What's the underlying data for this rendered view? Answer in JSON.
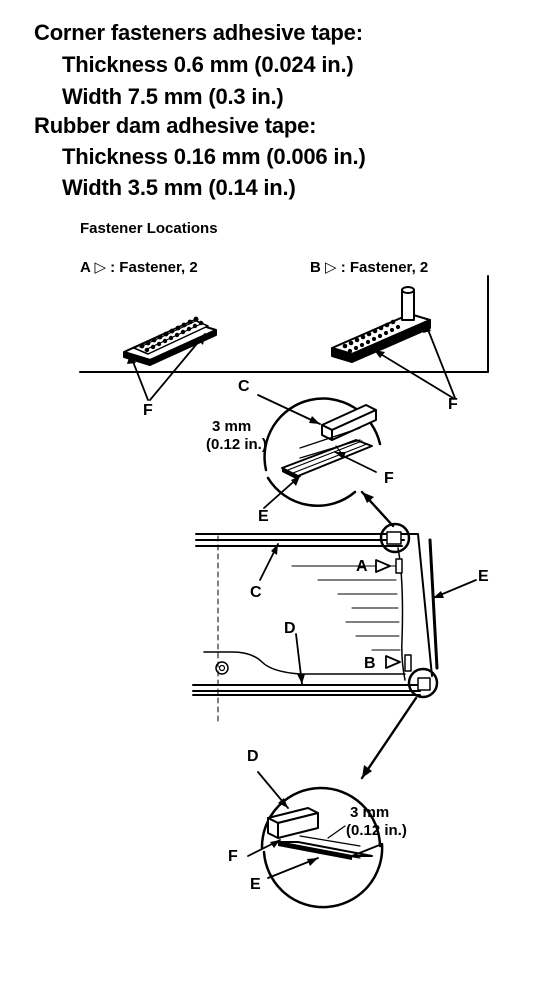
{
  "specs": {
    "corner_title": "Corner fasteners adhesive tape:",
    "corner_thickness": "Thickness 0.6 mm (0.024 in.)",
    "corner_width": "Width 7.5 mm (0.3 in.)",
    "rubber_title": "Rubber dam adhesive tape:",
    "rubber_thickness": "Thickness 0.16 mm (0.006 in.)",
    "rubber_width": "Width 3.5 mm (0.14 in.)"
  },
  "diagram": {
    "fastener_locations_title": "Fastener Locations",
    "legend_a": "A ▷ : Fastener, 2",
    "legend_b": "B ▷ : Fastener, 2",
    "labels": {
      "f": "F",
      "c": "C",
      "d": "D",
      "e": "E",
      "a": "A",
      "b": "B"
    },
    "dimension_mm": "3 mm",
    "dimension_in": "(0.12 in.)"
  }
}
